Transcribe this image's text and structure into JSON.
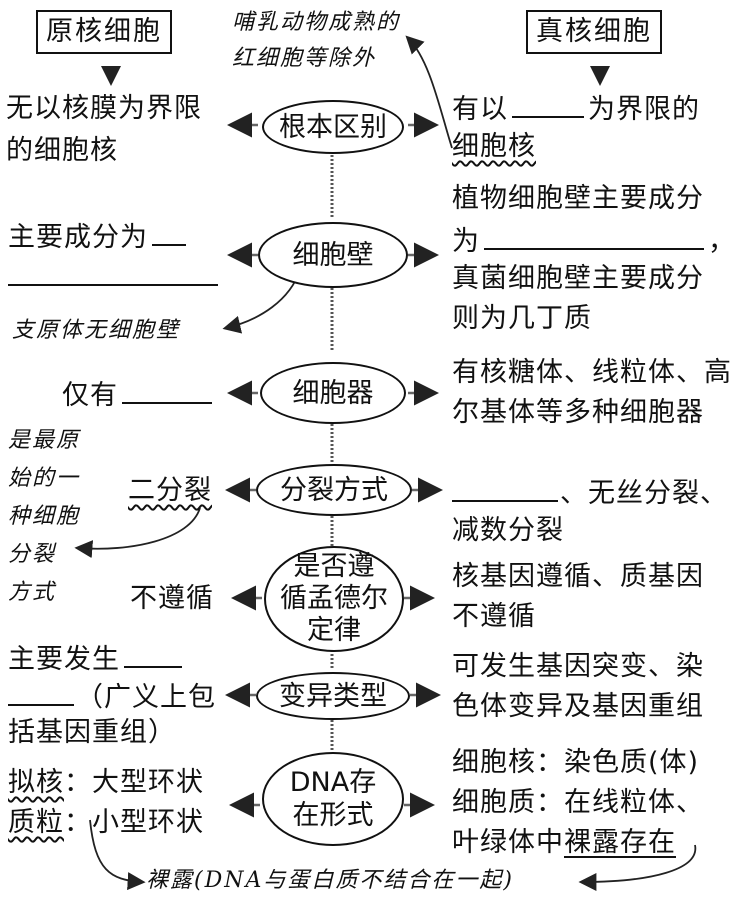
{
  "headers": {
    "prokaryote": "原核细胞",
    "eukaryote": "真核细胞"
  },
  "top_note": {
    "line1": "哺乳动物成熟的",
    "line2": "红细胞等除外"
  },
  "rows": {
    "r1": {
      "center": "根本区别",
      "left1": "无以核膜为界限",
      "left2": "的细胞核",
      "right1a": "有以",
      "right1b": "为界限的",
      "right2": "细胞核"
    },
    "r2": {
      "center": "细胞壁",
      "left1": "主要成分为",
      "right1": "植物细胞壁主要成分",
      "right2": "为",
      "right2b": "，",
      "right3": "真菌细胞壁主要成分",
      "right4": "则为几丁质",
      "note": "支原体无细胞壁"
    },
    "r3": {
      "center": "细胞器",
      "left1": "仅有",
      "right1": "有核糖体、线粒体、高",
      "right2": "尔基体等多种细胞器"
    },
    "r4": {
      "center": "分裂方式",
      "left1": "二分裂",
      "right1": "、无丝分裂、",
      "right2": "减数分裂",
      "note": [
        "是最原",
        "始的一",
        "种细胞",
        "分裂",
        "方式"
      ]
    },
    "r5": {
      "center": [
        "是否遵",
        "循孟德尔",
        "定律"
      ],
      "left1": "不遵循",
      "right1": "核基因遵循、质基因",
      "right2": "不遵循"
    },
    "r6": {
      "center": "变异类型",
      "left1": "主要发生",
      "left2": "（广义上包",
      "left3": "括基因重组）",
      "right1": "可发生基因突变、染",
      "right2": "色体变异及基因重组"
    },
    "r7": {
      "center": [
        "DNA存",
        "在形式"
      ],
      "left1a": "拟核",
      "left1b": "：大型环状",
      "left2a": "质粒",
      "left2b": "：小型环状",
      "right1": "细胞核：染色质(体)",
      "right2": "细胞质：在线粒体、",
      "right3a": "叶绿体中",
      "right3b": "裸露存在"
    }
  },
  "bottom_note": "裸露(DNA与蛋白质不结合在一起)"
}
